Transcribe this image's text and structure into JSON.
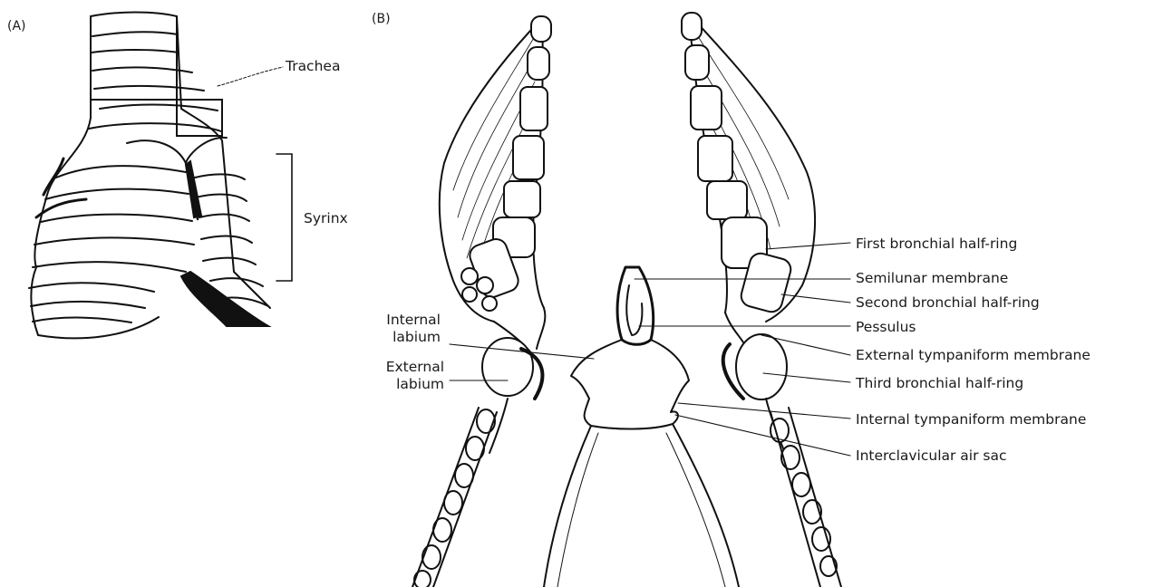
{
  "panels": {
    "a": {
      "letter": "(A)",
      "labels": {
        "trachea": "Trachea",
        "syrinx": "Syrinx"
      }
    },
    "b": {
      "letter": "(B)",
      "left_labels": {
        "internal_labium": "Internal\nlabium",
        "external_labium": "External\nlabium"
      },
      "right_labels": [
        "First bronchial half-ring",
        "Semilunar membrane",
        "Second bronchial half-ring",
        "Pessulus",
        "External tympaniform membrane",
        "Third bronchial half-ring",
        "Internal tympaniform membrane",
        "Interclavicular air sac"
      ]
    }
  }
}
